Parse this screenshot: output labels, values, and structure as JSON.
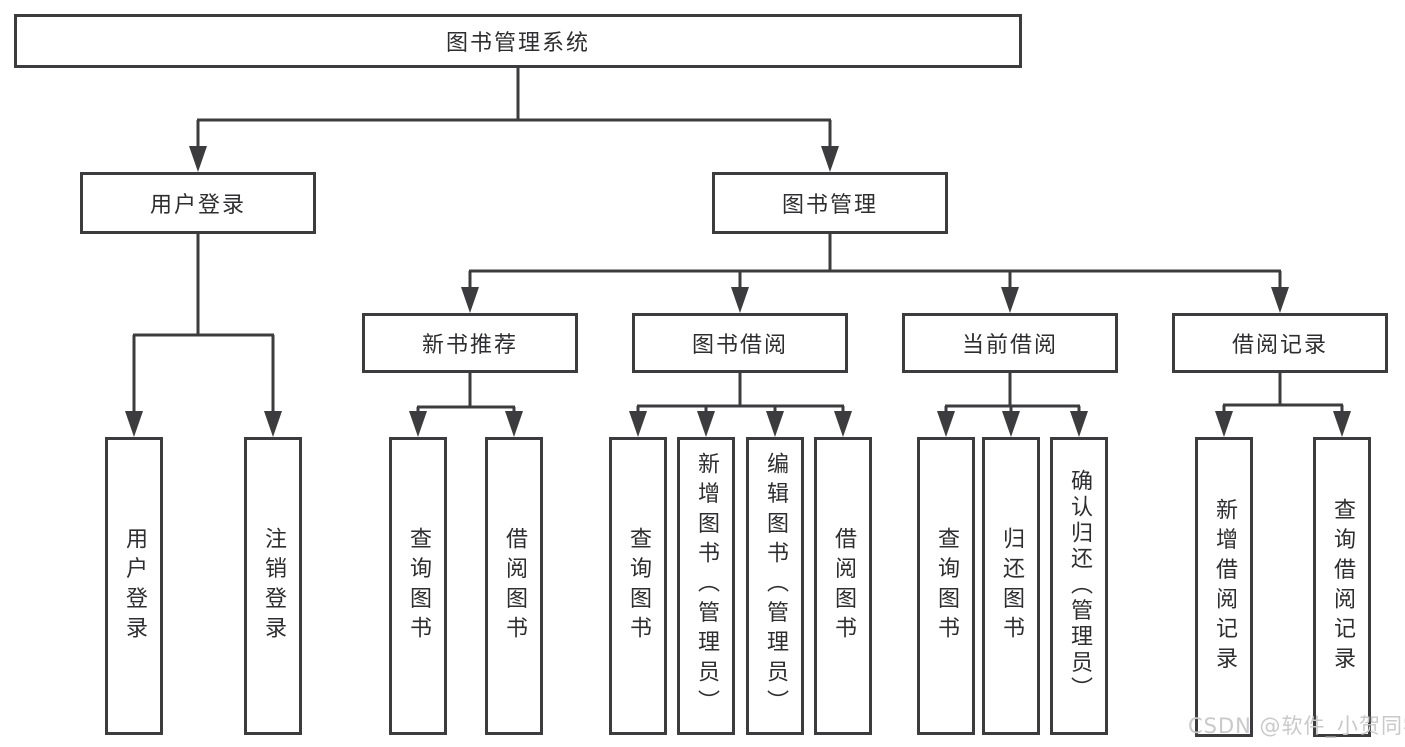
{
  "tree": {
    "root": {
      "label": "图书管理系统"
    },
    "branches": [
      {
        "label": "用户登录",
        "children": [
          {
            "label": "用户登录"
          },
          {
            "label": "注销登录"
          }
        ]
      },
      {
        "label": "图书管理",
        "children": [
          {
            "label": "新书推荐",
            "children": [
              {
                "label": "查询图书"
              },
              {
                "label": "借阅图书"
              }
            ]
          },
          {
            "label": "图书借阅",
            "children": [
              {
                "label": "查询图书"
              },
              {
                "label": "新增图书（管理员）"
              },
              {
                "label": "编辑图书（管理员）"
              },
              {
                "label": "借阅图书"
              }
            ]
          },
          {
            "label": "当前借阅",
            "children": [
              {
                "label": "查询图书"
              },
              {
                "label": "归还图书"
              },
              {
                "label": "确认归还（管理员）"
              }
            ]
          },
          {
            "label": "借阅记录",
            "children": [
              {
                "label": "新增借阅记录"
              },
              {
                "label": "查询借阅记录"
              }
            ]
          }
        ]
      }
    ]
  },
  "watermark": "CSDN @软件_小贺同学",
  "colors": {
    "line": "#3c3c3e",
    "text": "#2e2e30",
    "watermark": "#c9c9c9"
  }
}
